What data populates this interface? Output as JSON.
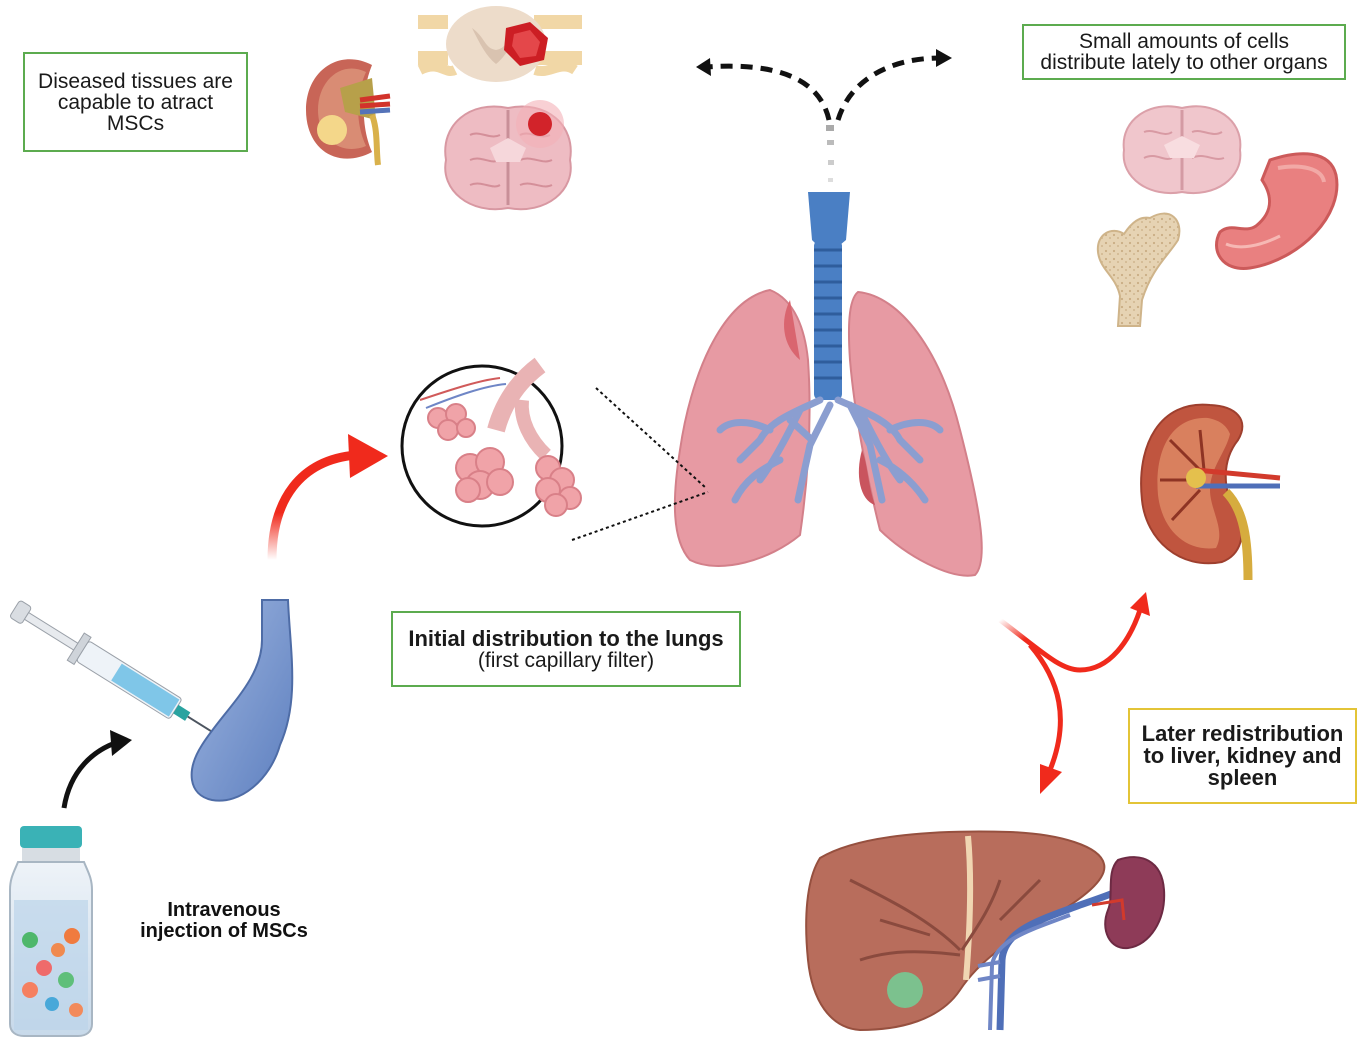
{
  "labels": {
    "diseased": {
      "l1": "Diseased tissues are",
      "l2": "capable to atract",
      "l3": "MSCs"
    },
    "small": {
      "l1": "Small amounts of cells",
      "l2": "distribute lately to other organs"
    },
    "initial": {
      "l1": "Initial distribution to the lungs",
      "l2": "(first capillary filter)"
    },
    "later": {
      "l1": "Later redistribution",
      "l2": "to liver, kidney and",
      "l3": "spleen"
    },
    "injection": {
      "l1": "Intravenous",
      "l2": "injection of MSCs"
    }
  },
  "icons": [
    "kidney-icon",
    "spinal-cord-icon",
    "brain-icon",
    "lungs-icon",
    "alveoli-icon",
    "syringe-icon",
    "vein-icon",
    "vial-icon",
    "bone-icon",
    "stomach-icon",
    "liver-icon",
    "spleen-icon"
  ],
  "colors": {
    "arrow_red": "#f02a1c",
    "box_green": "#5cab4f",
    "box_yellow": "#e3c437",
    "trachea_blue": "#4a7fc4",
    "lung_pink": "#e79aa3"
  }
}
